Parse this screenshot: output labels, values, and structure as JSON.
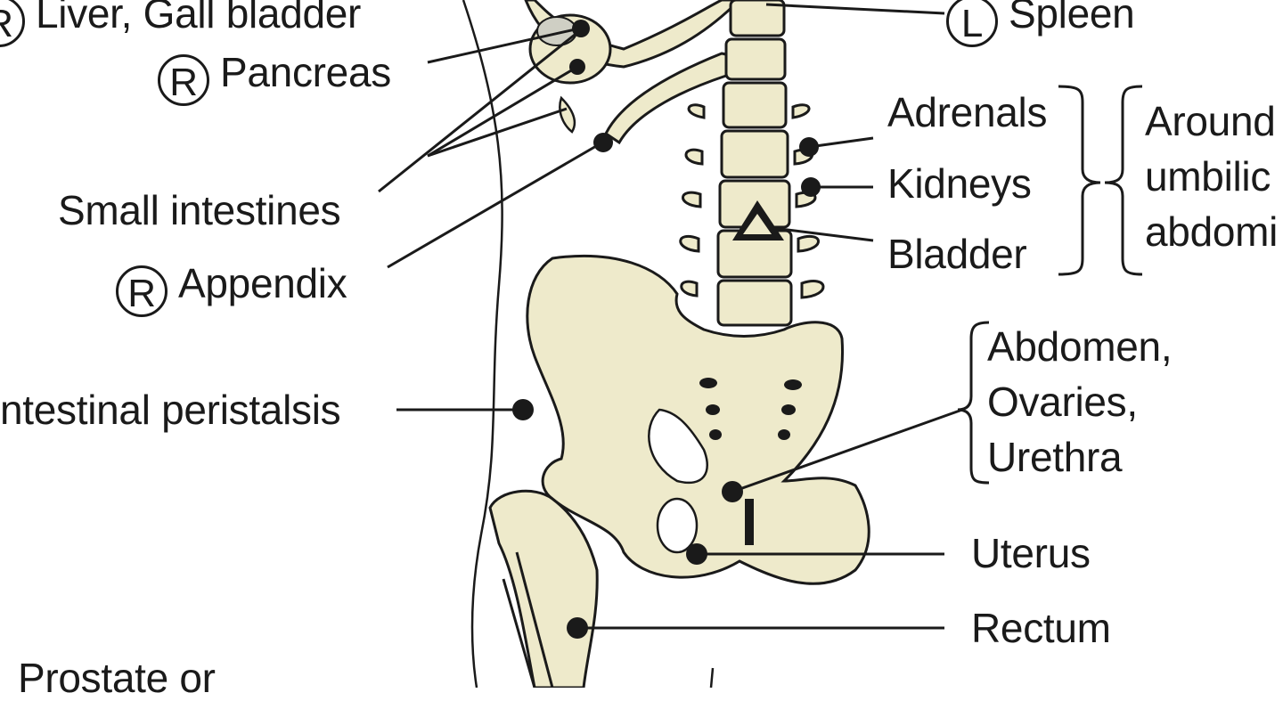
{
  "colors": {
    "bone": "#eeeacb",
    "outline": "#1a1a1a",
    "background": "#ffffff"
  },
  "markers": {
    "right": "R",
    "left": "L"
  },
  "labels": {
    "liver_gall_bladder": "Liver, Gall bladder",
    "spleen": "Spleen",
    "pancreas": "Pancreas",
    "small_intestines": "Small intestines",
    "appendix": "Appendix",
    "intestinal_peristalsis": "ntestinal peristalsis",
    "prostate": "Prostate or",
    "adrenals": "Adrenals",
    "kidneys": "Kidneys",
    "bladder": "Bladder",
    "around_line1": "Around",
    "around_line2": "umbilic",
    "around_line3": "abdomi",
    "abdomen_line1": "Abdomen,",
    "abdomen_line2": "Ovaries,",
    "abdomen_line3": "Urethra",
    "uterus": "Uterus",
    "rectum": "Rectum"
  }
}
